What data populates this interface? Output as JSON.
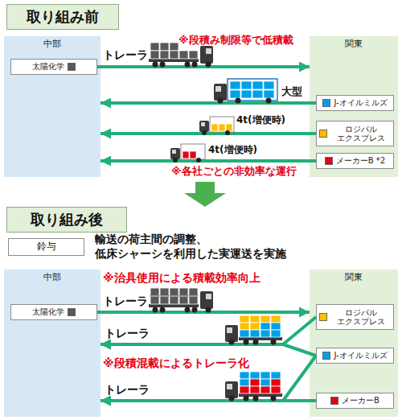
{
  "diagram": {
    "nodes": [
      {
        "text": [
          "取り組み前"
        ]
      },
      {
        "text": [
          "中部"
        ]
      },
      {
        "text": [
          "太陽化学"
        ],
        "in": 1
      },
      {
        "text": [
          "関東"
        ]
      },
      {
        "text": [
          "J-オイルミルズ"
        ],
        "in": 3
      },
      {
        "text": [
          "ロジパル エクスプレス"
        ],
        "in": 3
      },
      {
        "text": [
          "メーカーB *2"
        ],
        "in": 3
      },
      {
        "text": [
          "取り組み後"
        ]
      },
      {
        "text": [
          "鈴与"
        ]
      },
      {
        "text": [
          "中部"
        ]
      },
      {
        "text": [
          "太陽化学"
        ],
        "in": 9
      },
      {
        "text": [
          "関東"
        ]
      },
      {
        "text": [
          "ロジパル エクスプレス"
        ],
        "in": 11
      },
      {
        "text": [
          "J-オイルミルズ"
        ],
        "in": 11
      },
      {
        "text": [
          "メーカーB"
        ],
        "in": 11
      }
    ],
    "edges": [
      {
        "from": 2,
        "to": 3,
        "label": "トレーラ",
        "arrow": "to"
      },
      {
        "from": 4,
        "to": 1,
        "label": "大型",
        "arrow": "to"
      },
      {
        "from": 5,
        "to": 1,
        "label": "4t(増便時)",
        "arrow": "to"
      },
      {
        "from": 6,
        "to": 1,
        "label": "4t(増便時)",
        "arrow": "to"
      },
      {
        "from": 10,
        "to": 11,
        "label": "トレーラ",
        "arrow": "to"
      },
      {
        "from": 12,
        "to": 9,
        "arrow": "to"
      },
      {
        "from": 13,
        "to": 9,
        "label": "トレーラ",
        "arrow": "to"
      },
      {
        "from": 13,
        "to": 9,
        "arrow": "to"
      },
      {
        "from": 14,
        "to": 9,
        "label": "トレーラ",
        "arrow": "to"
      }
    ],
    "labels": [
      "※段積み制限等で低積載",
      "※各社ごとの非効率な運行",
      "輸送の荷主間の調整、 低床シャーシを利用した実運送を実施",
      "※治具使用による積載効率向上",
      "※段積混載によるトレーラ化"
    ]
  }
}
